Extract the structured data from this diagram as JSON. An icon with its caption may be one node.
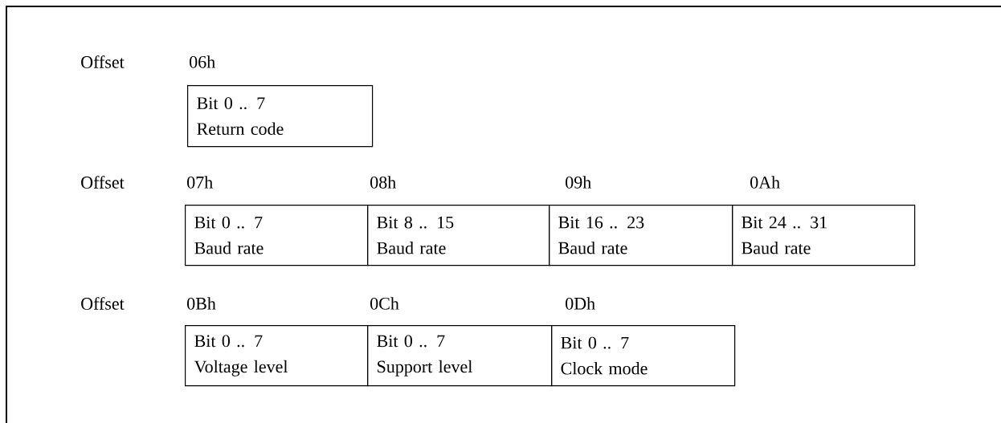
{
  "diagram": {
    "nodes": [
      {
        "text": [
          "Bit 0 .. 7",
          "Return code"
        ]
      },
      {
        "text": [
          "Bit 0 .. 7",
          "Baud rate"
        ]
      },
      {
        "text": [
          "Bit 8 .. 15",
          "Baud rate"
        ]
      },
      {
        "text": [
          "Bit 16 .. 23",
          "Baud rate"
        ]
      },
      {
        "text": [
          "Bit 24 .. 31",
          "Baud rate"
        ]
      },
      {
        "text": [
          "Bit 0 .. 7",
          "Voltage level"
        ]
      },
      {
        "text": [
          "Bit 0 .. 7",
          "Support level"
        ]
      },
      {
        "text": [
          "Bit 0 .. 7",
          "Clock mode"
        ]
      }
    ],
    "labels": [
      "Offset",
      "06h",
      "Offset",
      "07h",
      "08h",
      "09h",
      "0Ah",
      "Offset",
      "0Bh",
      "0Ch",
      "0Dh"
    ]
  }
}
